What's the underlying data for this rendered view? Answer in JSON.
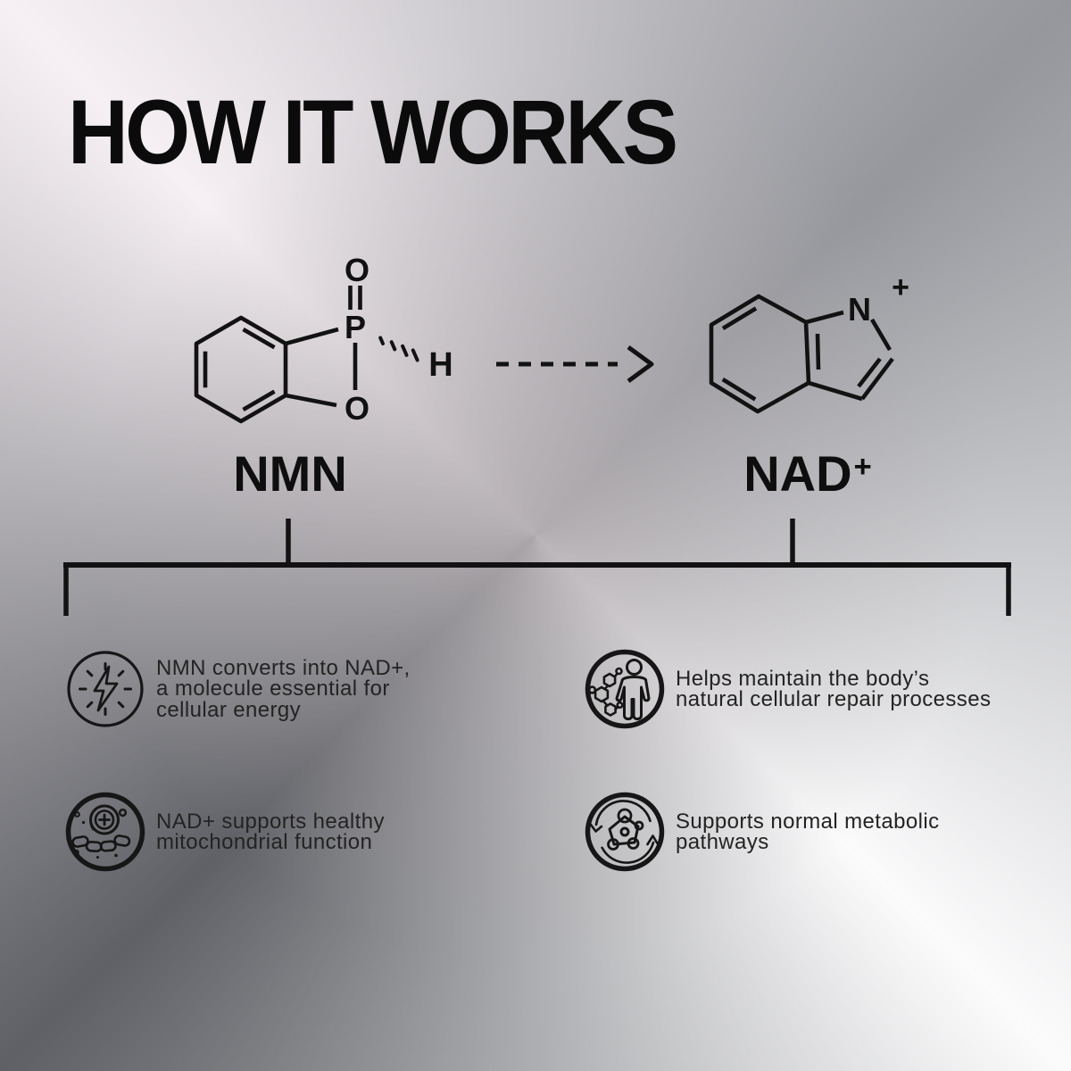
{
  "title": "HOW IT WORKS",
  "diagram": {
    "arrow": {
      "style": "dashed",
      "direction": "right"
    },
    "left_molecule": {
      "label": "NMN",
      "atom_o_top": "O",
      "atom_p": "P",
      "atom_o_bottom": "O",
      "atom_h": "H"
    },
    "right_molecule": {
      "label": "NAD",
      "label_sup": "+",
      "atom_n": "N",
      "charge": "+"
    }
  },
  "benefits": [
    {
      "icon": "energy-burst-icon",
      "lines": [
        "NMN converts into NAD+,",
        "a molecule essential for",
        "cellular energy"
      ]
    },
    {
      "icon": "cellular-repair-icon",
      "lines": [
        "Helps maintain the body’s",
        "natural cellular repair processes"
      ]
    },
    {
      "icon": "mitochondria-icon",
      "lines": [
        "NAD+ supports healthy",
        "mitochondrial function"
      ]
    },
    {
      "icon": "metabolic-cycle-icon",
      "lines": [
        "Supports normal metabolic",
        "pathways"
      ]
    }
  ],
  "colors": {
    "ink": "#121212",
    "text": "#232323",
    "title": "#0b0b0b"
  }
}
